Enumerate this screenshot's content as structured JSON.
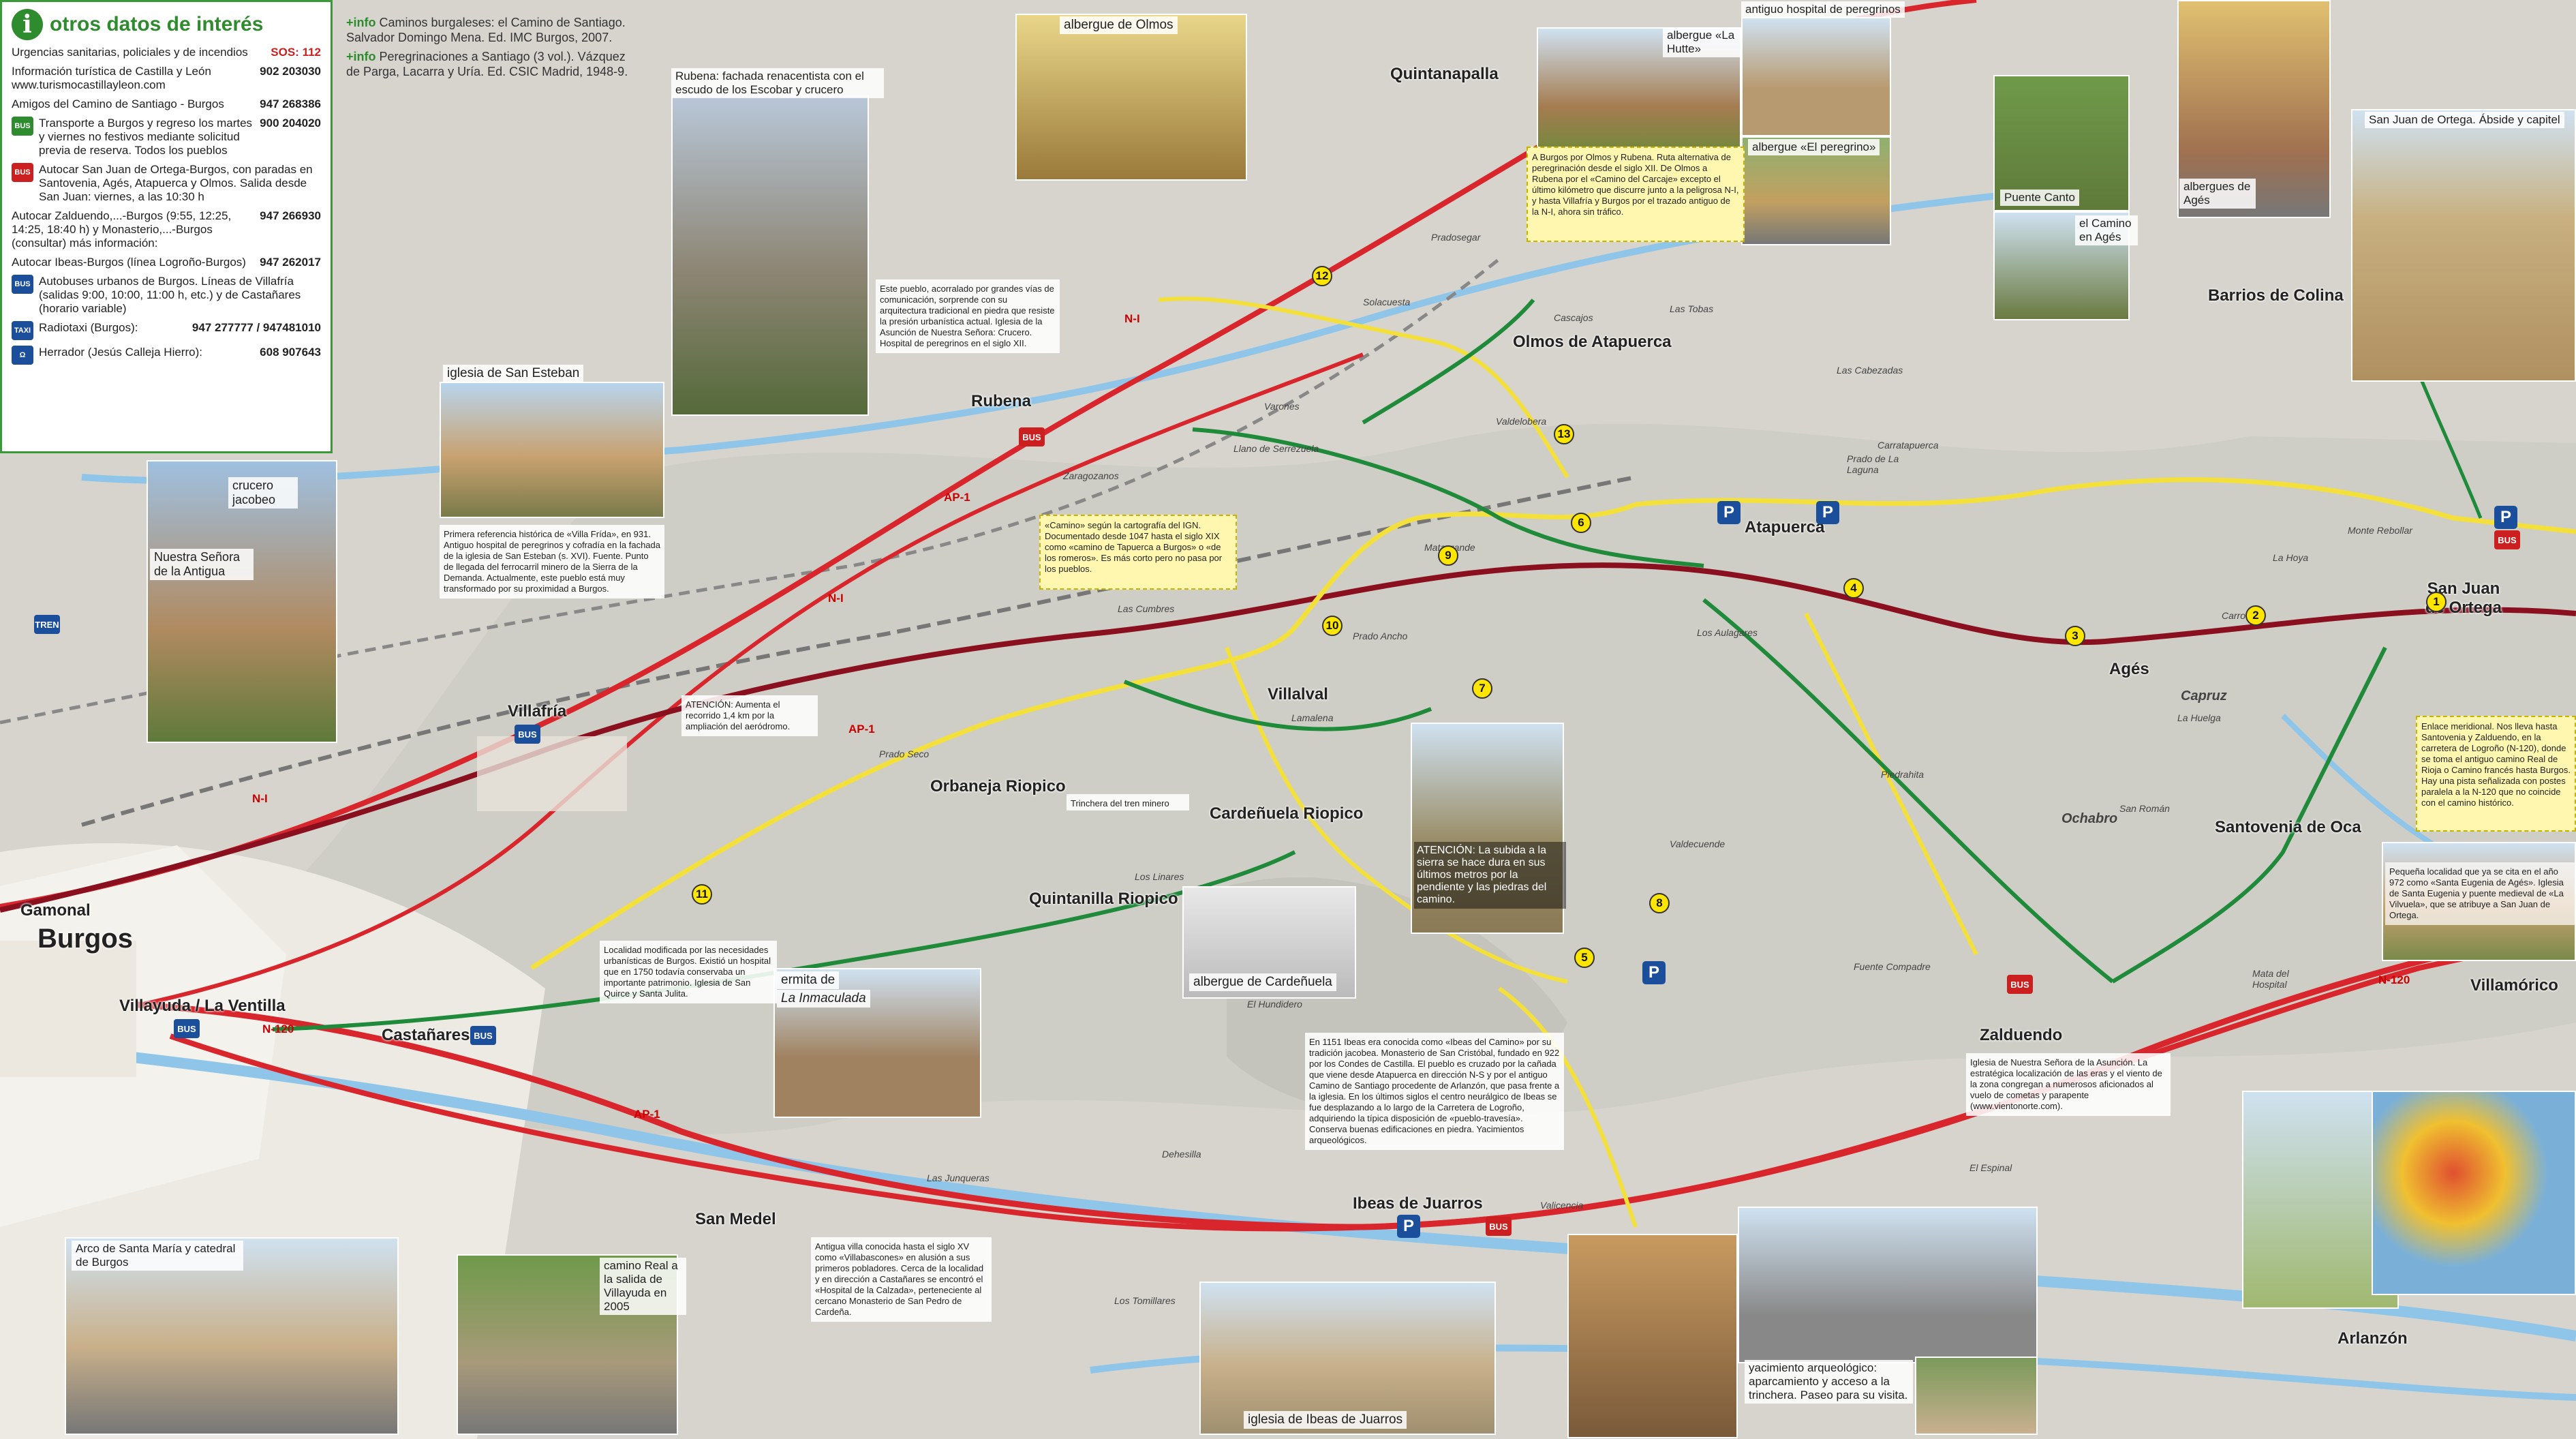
{
  "info": {
    "title": "otros datos de interés",
    "rows": [
      {
        "icon": "",
        "text": "Urgencias sanitarias, policiales y de incendios",
        "number": "SOS: 112"
      },
      {
        "icon": "",
        "text": "Información turística de Castilla y León www.turismocastillayleon.com",
        "number": "902 203030"
      },
      {
        "icon": "",
        "text": "Amigos del Camino de Santiago - Burgos",
        "number": "947 268386"
      },
      {
        "icon": "BUS",
        "text": "Transporte a Burgos y regreso los martes y viernes no festivos mediante solicitud previa de reserva. Todos los pueblos",
        "number": "900 204020"
      },
      {
        "icon": "BUS",
        "text": "Autocar San Juan de Ortega-Burgos, con paradas en Santovenia, Agés, Atapuerca y Olmos. Salida desde San Juan: viernes, a las 10:30 h",
        "number": ""
      },
      {
        "icon": "",
        "text": "Autocar Zalduendo,...-Burgos (9:55, 12:25, 14:25, 18:40 h) y Monasterio,...-Burgos (consultar) más información:",
        "number": "947 266930"
      },
      {
        "icon": "",
        "text": "Autocar Ibeas-Burgos (línea Logroño-Burgos)",
        "number": "947 262017"
      },
      {
        "icon": "BUS",
        "text": "Autobuses urbanos de Burgos. Líneas de Villafría (salidas 9:00, 10:00, 11:00 h, etc.) y de Castañares (horario variable)",
        "number": ""
      },
      {
        "icon": "TAXI",
        "text": "Radiotaxi (Burgos):",
        "number": "947 277777 / 947481010"
      },
      {
        "icon": "Ω",
        "text": "Herrador (Jesús Calleja Hierro):",
        "number": "608 907643"
      }
    ]
  },
  "refs": {
    "plus1": "+info",
    "ref1": "Caminos burgaleses: el Camino de Santiago. Salvador Domingo Mena. Ed. IMC Burgos, 2007.",
    "plus2": "+info",
    "ref2": "Peregrinaciones a Santiago (3 vol.). Vázquez de Parga, Lacarra y Uría. Ed. CSIC Madrid, 1948-9."
  },
  "captions": {
    "olmos_albergue": "albergue de Olmos",
    "rubena": "Rubena: fachada renacentista con el escudo de los Escobar y crucero",
    "hutte": "albergue «La Hutte»",
    "hospital": "antiguo hospital de peregrinos",
    "peregrino": "albergue «El peregrino»",
    "puente_canto": "Puente Canto",
    "camino_ages": "el Camino en Agés",
    "albergues_ages": "albergues de Agés",
    "san_juan": "San Juan de Ortega. Ábside y capitel",
    "san_esteban": "iglesia de San Esteban",
    "crucero": "crucero jacobeo",
    "antigua": "Nuestra Señora de la Antigua",
    "inmaculada_1": "ermita de",
    "inmaculada_2": "La Inmaculada",
    "cardenuela_alb": "albergue de Cardeñuela",
    "arco": "Arco de Santa María y catedral de Burgos",
    "camino_real": "camino Real a la salida de Villayuda en 2005",
    "ibeas_iglesia": "iglesia de Ibeas de Juarros",
    "yacimiento": "yacimiento arqueológico: aparcamiento y acceso a la trinchera. Paseo para su visita."
  },
  "places": {
    "quintanapalla": "Quintanapalla",
    "olmos": "Olmos de Atapuerca",
    "rubena": "Rubena",
    "atapuerca": "Atapuerca",
    "ages": "Agés",
    "san_juan": "San Juan de Ortega",
    "barrios": "Barrios de Colina",
    "villafria": "Villafría",
    "villalval": "Villalval",
    "orbaneja": "Orbaneja Riopico",
    "cardenuela": "Cardeñuela Riopico",
    "quintanilla": "Quintanilla Riopico",
    "santovenia": "Santovenia de Oca",
    "gamonal": "Gamonal",
    "burgos": "Burgos",
    "villayuda": "Villayuda / La Ventilla",
    "castanares": "Castañares",
    "zalduendo": "Zalduendo",
    "villamorico": "Villamórico",
    "san_medel": "San Medel",
    "ibeas": "Ibeas de Juarros",
    "arlanzon": "Arlanzón"
  },
  "small_places": {
    "pradosegar": "Pradosegar",
    "cascajos": "Cascajos",
    "las_tobas": "Las Tobas",
    "valdelobera": "Valdelobera",
    "varones": "Varones",
    "solacuesta": "Solacuesta",
    "llano": "Llano de Serrezuela",
    "zaragozanos": "Zaragozanos",
    "las_cumbres": "Las Cumbres",
    "prado_ancho": "Prado Ancho",
    "lamalena": "Lamalena",
    "prado_seco": "Prado Seco",
    "las_cabezadas": "Las Cabezadas",
    "carratapuerca": "Carratapuerca",
    "la_hoya": "La Hoya",
    "carroca": "Carroca",
    "capruz": "Capruz",
    "la_huelga": "La Huelga",
    "piedrahita": "Piedrahita",
    "ochabro": "Ochabro",
    "san_roman": "San Román",
    "los_aulagares": "Los Aulagares",
    "valdecuende": "Valdecuende",
    "fuente_compadre": "Fuente Compadre",
    "el_espinal": "El Espinal",
    "valicencia": "Valicencia",
    "los_tomillares": "Los Tomillares",
    "las_junqueras": "Las Junqueras",
    "dehesilla": "Dehesilla",
    "el_hundidero": "El Hundidero",
    "los_linares": "Los Linares",
    "matagrande": "Matagrande",
    "prado_laguna": "Prado de La Laguna",
    "monte_rebollar": "Monte Rebollar",
    "mata_hospital": "Mata del Hospital"
  },
  "roads": {
    "n1_a": "N-I",
    "n1_b": "N-I",
    "n1_c": "N-I",
    "ap1_a": "AP-1",
    "ap1_b": "AP-1",
    "ap1_c": "AP-1",
    "n120_a": "N-120",
    "n120_b": "N-120"
  },
  "notes": {
    "olmos_rubena": "A Burgos por Olmos y Rubena. Ruta alternativa de peregrinación desde el siglo XII. De Olmos a Rubena por el «Camino del Carcaje» excepto el último kilómetro que discurre junto a la peligrosa N-I, y hasta Villafría y Burgos por el trazado antiguo de la N-I, ahora sin tráfico.",
    "rubena_text": "Este pueblo, acorralado por grandes vías de comunicación, sorprende con su arquitectura tradicional en piedra que resiste la presión urbanística actual. Iglesia de la Asunción de Nuestra Señora: Crucero. Hospital de peregrinos en el siglo XII.",
    "villafria_text": "Primera referencia histórica de «Villa Frída», en 931. Antiguo hospital de peregrinos y cofradía en la fachada de la iglesia de San Esteban (s. XVI). Fuente. Punto de llegada del ferrocarril minero de la Sierra de la Demanda. Actualmente, este pueblo está muy transformado por su proximidad a Burgos.",
    "camino_igna": "«Camino» según la cartografía del IGN. Documentado desde 1047 hasta el siglo XIX como «camino de Tapuerca a Burgos» o «de los romeros». Es más corto pero no pasa por los pueblos.",
    "atencion_aero": "ATENCIÓN: Aumenta el recorrido 1,4 km por la ampliación del aeródromo.",
    "trinchera": "Trinchera del tren minero",
    "atencion_sierra": "ATENCIÓN: La subida a la sierra se hace dura en sus últimos metros por la pendiente y las piedras del camino.",
    "castanares_text": "Localidad modificada por las necesidades urbanísticas de Burgos. Existió un hospital que en 1750 todavía conservaba un importante patrimonio. Iglesia de San Quirce y Santa Julita.",
    "ibeas_text": "En 1151 Ibeas era conocida como «Ibeas del Camino» por su tradición jacobea. Monasterio de San Cristóbal, fundado en 922 por los Condes de Castilla. El pueblo es cruzado por la cañada que viene desde Atapuerca en dirección N-S y por el antiguo Camino de Santiago procedente de Arlanzón, que pasa frente a la iglesia. En los últimos siglos el centro neurálgico de Ibeas se fue desplazando a lo largo de la Carretera de Logroño, adquiriendo la típica disposición de «pueblo-travesía». Conserva buenas edificaciones en piedra. Yacimientos arqueológicos.",
    "san_medel_text": "Antigua villa conocida hasta el siglo XV como «Villabascones» en alusión a sus primeros pobladores. Cerca de la localidad y en dirección a Castañares se encontró el «Hospital de la Calzada», perteneciente al cercano Monasterio de San Pedro de Cardeña.",
    "enlace": "Enlace meridional. Nos lleva hasta Santovenia y Zalduendo, en la carretera de Logroño (N-120), donde se toma el antiguo camino Real de Rioja o Camino francés hasta Burgos. Hay una pista señalizada con postes paralela a la N-120 que no coincide con el camino histórico.",
    "santovenia_text": "Pequeña localidad que ya se cita en el año 972 como «Santa Eugenia de Agés». Iglesia de Santa Eugenia y puente medieval de «La Vilvuela», que se atribuye a San Juan de Ortega.",
    "zalduendo_text": "Iglesia de Nuestra Señora de la Asunción. La estratégica localización de las eras y el viento de la zona congregan a numerosos aficionados al vuelo de cometas y parapente (www.vientonorte.com)."
  },
  "colors": {
    "green_route": "#1f8a3a",
    "yellow_route": "#f4e03a",
    "red_road": "#d8262c",
    "darkred_road": "#8a1020",
    "river": "#8ec5e8",
    "urban": "#f2f0ea"
  }
}
